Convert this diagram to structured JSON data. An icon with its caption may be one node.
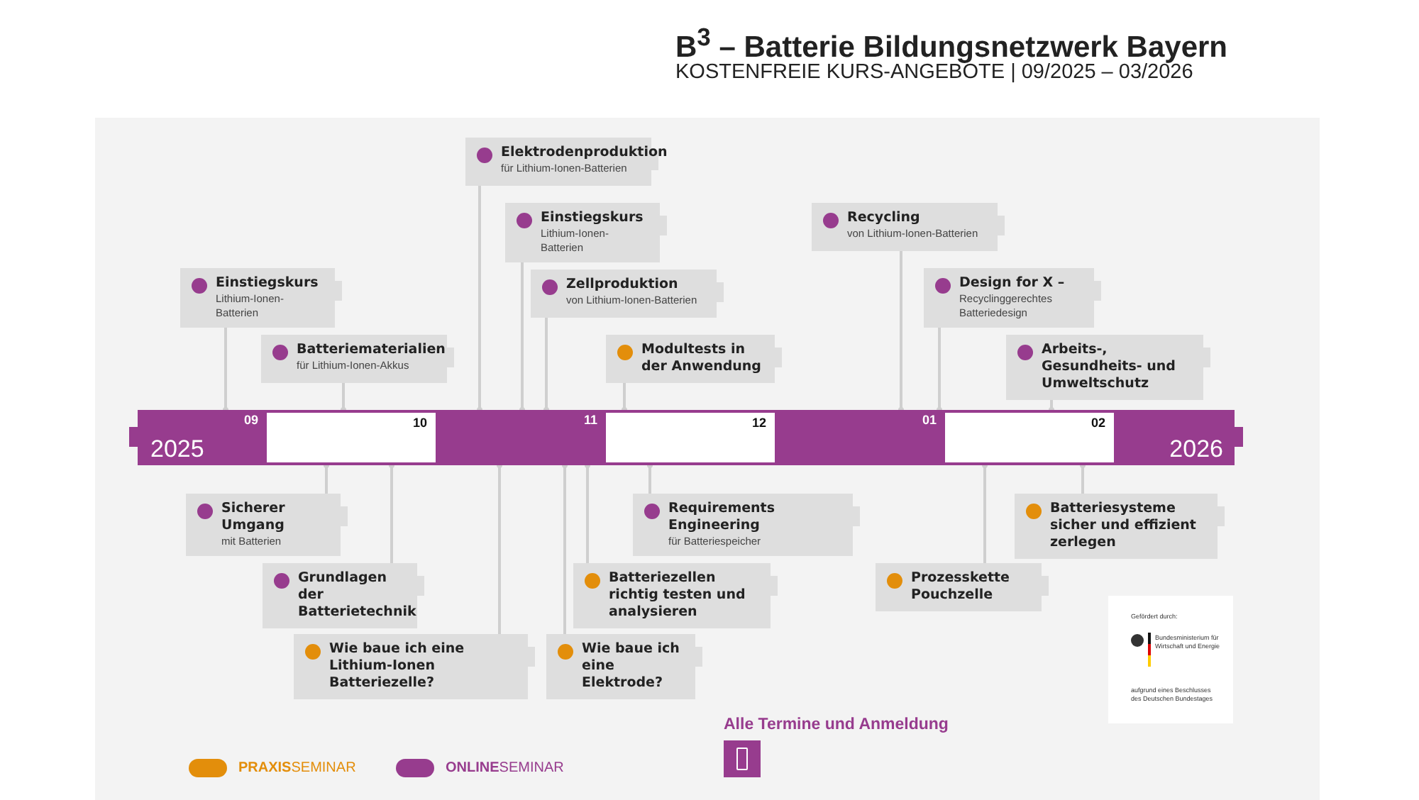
{
  "diagram": {
    "title": "B$^{3}$ – Batterie Bildungsnetzwerk Bayern",
    "nodes": [
      {
        "text": [
          "Einstiegskurs",
          "Lithium-Ionen-Batterien"
        ]
      },
      {
        "text": [
          "Batteriematerialien",
          "für Lithium-Ionen-Akkus"
        ]
      },
      {
        "text": [
          "Elektrodenproduktion",
          "für Lithium-Ionen-Batterien"
        ]
      },
      {
        "text": [
          "Einstiegskurs",
          "Lithium-Ionen-Batterien"
        ]
      },
      {
        "text": [
          "Zellproduktion",
          "von Lithium-Ionen-Batterien"
        ]
      },
      {
        "text": [
          "Modultests in der Anwendung"
        ]
      },
      {
        "text": [
          "Recycling",
          "von Lithium-Ionen-Batterien"
        ]
      },
      {
        "text": [
          "Design for X –",
          "Recyclinggerechtes Batteriedesign"
        ]
      },
      {
        "text": [
          "Arbeits-, Gesundheits- und Umweltschutz"
        ]
      },
      {
        "text": [
          "2025",
          "09"
        ]
      },
      {
        "text": [
          "10"
        ]
      },
      {
        "text": [
          "11"
        ]
      },
      {
        "text": [
          "12"
        ]
      },
      {
        "text": [
          "01"
        ]
      },
      {
        "text": [
          "02"
        ]
      },
      {
        "text": [
          "2026"
        ]
      },
      {
        "text": [
          "Sicherer Umgang",
          "mit Batterien"
        ]
      },
      {
        "text": [
          "Grundlagen der Batterietechnik"
        ]
      },
      {
        "text": [
          "Wie baue ich eine Lithium-Ionen Batteriezelle?"
        ]
      },
      {
        "text": [
          "Wie baue ich eine Elektrode?"
        ]
      },
      {
        "text": [
          "Batteriezellen richtig testen und analysieren"
        ]
      },
      {
        "text": [
          "Requirements Engineering",
          "für Batteriespeicher"
        ]
      },
      {
        "text": [
          "Prozesskette Pouchzelle"
        ]
      },
      {
        "text": [
          "Batteriesysteme sicher und effizient zerlegen"
        ]
      }
    ],
    "edges": [
      {
        "from": 0,
        "to": 9,
        "arrow": "other"
      },
      {
        "from": 1,
        "to": 10,
        "arrow": "other"
      },
      {
        "from": 2,
        "to": 11,
        "arrow": "other"
      },
      {
        "from": 3,
        "to": 11,
        "arrow": "other"
      },
      {
        "from": 4,
        "to": 11,
        "arrow": "other"
      },
      {
        "from": 5,
        "to": 12,
        "arrow": "other"
      },
      {
        "from": 6,
        "to": 13,
        "arrow": "other"
      },
      {
        "from": 7,
        "to": 13,
        "arrow": "other"
      },
      {
        "from": 8,
        "to": 14,
        "arrow": "other"
      },
      {
        "from": 16,
        "to": 10,
        "arrow": "other"
      },
      {
        "from": 17,
        "to": 10,
        "arrow": "other"
      },
      {
        "from": 18,
        "to": 11,
        "arrow": "other"
      },
      {
        "from": 19,
        "to": 11,
        "arrow": "other"
      },
      {
        "from": 20,
        "to": 11,
        "arrow": "other"
      },
      {
        "from": 21,
        "to": 12,
        "arrow": "other"
      },
      {
        "from": 22,
        "to": 14,
        "arrow": "other"
      },
      {
        "from": 23,
        "to": 14,
        "arrow": "other"
      }
    ],
    "labels": [
      "KOSTENFREIE KURS-ANGEBOTE | 09/2025 – 03/2026",
      "Alle Termine und Anmeldung",
      "Gefördert durch:",
      "Bundesministerium für Wirtschaft und Energie",
      "aufgrund eines Beschlusses des Deutschen Bundestages"
    ],
    "legend": [
      {
        "text": "**PRAXIS**SEMINAR",
        "color": "#e38e0b"
      },
      {
        "text": "**ONLINE**SEMINAR",
        "color": "#973c8e"
      }
    ]
  }
}
